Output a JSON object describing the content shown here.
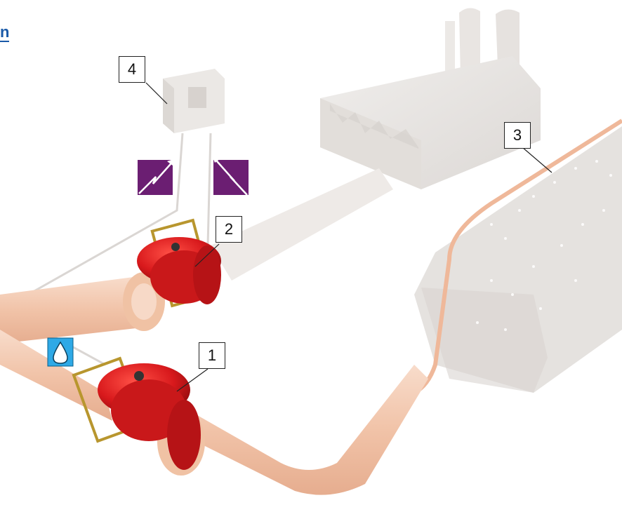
{
  "corner_fragment": "n",
  "callouts": [
    {
      "id": "1",
      "label": "1"
    },
    {
      "id": "2",
      "label": "2"
    },
    {
      "id": "3",
      "label": "3"
    },
    {
      "id": "4",
      "label": "4"
    }
  ],
  "icons": {
    "water_drop": "water-drop-icon",
    "signal_to_controller": "lightning-signal-icon",
    "signal_from_controller": "lightning-signal-icon"
  },
  "colors": {
    "valve_red": "#d8191c",
    "pipe_peach": "#f3c7ae",
    "faded_grey": "#e6e3e0",
    "signal_purple": "#6b1e72",
    "drop_blue": "#2ea9e6",
    "corner_blue": "#1a5aa8",
    "linkage_gold": "#b8962e"
  }
}
